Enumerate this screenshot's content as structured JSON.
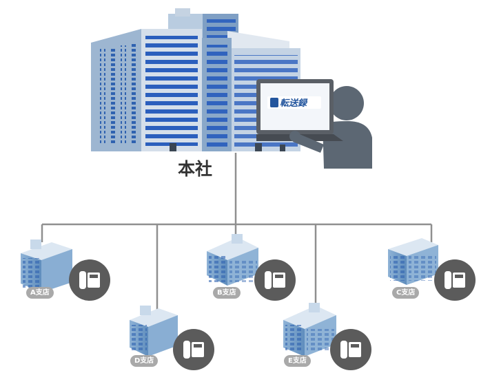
{
  "headquarters": {
    "label": "本社",
    "screen_logo": "転送録"
  },
  "branches": [
    {
      "label": "A支店"
    },
    {
      "label": "B支店"
    },
    {
      "label": "C支店"
    },
    {
      "label": "D支店"
    },
    {
      "label": "E支店"
    }
  ],
  "colors": {
    "building_light": "#a9c0da",
    "building_dark": "#6f8fb4",
    "window_blue": "#2b5fbd",
    "person": "#5c6773",
    "line": "#8f8f8f",
    "phone_circle": "#5b5b5b",
    "badge": "#a9a9a9"
  }
}
